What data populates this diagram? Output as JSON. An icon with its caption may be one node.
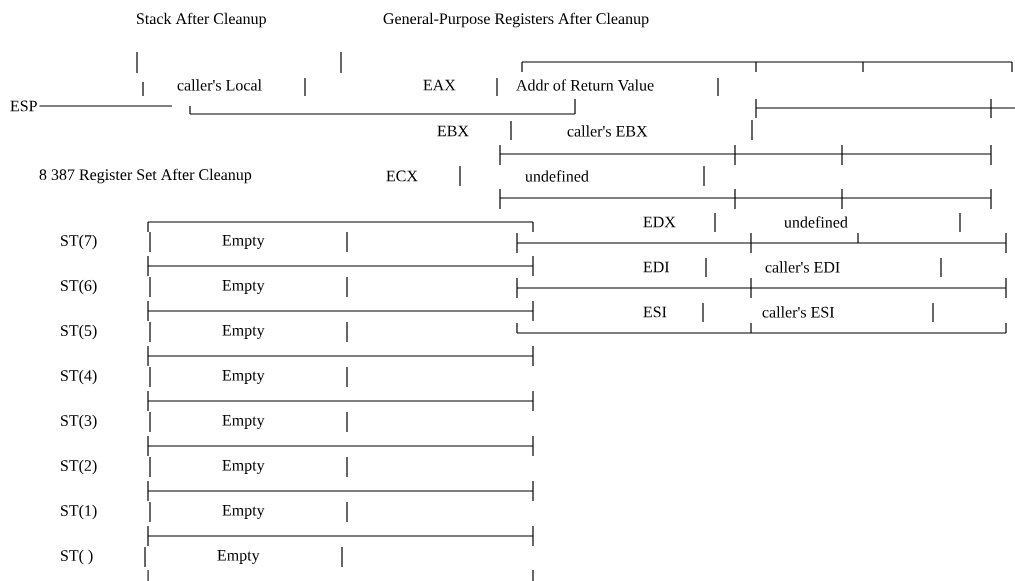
{
  "diagram": {
    "nodes": [
      {
        "text": [
          "ESP"
        ]
      },
      {
        "text": [
          "caller's Local"
        ]
      }
    ],
    "edges": [
      {
        "from": 0,
        "to": 1,
        "arrow": "none"
      }
    ],
    "labels": [
      "Stack After Cleanup",
      "General-Purpose Registers After Cleanup",
      "EAX",
      "Addr of Return Value",
      "EBX",
      "caller's EBX",
      "8 387 Register Set After Cleanup",
      "ECX",
      "undefined",
      "EDX",
      "undefined",
      "ST(7)",
      "Empty",
      "EDI",
      "caller's EDI",
      "ST(6)",
      "Empty",
      "ESI",
      "caller's ESI",
      "ST(5)",
      "Empty",
      "ST(4)",
      "Empty",
      "ST(3)",
      "Empty",
      "ST(2)",
      "Empty",
      "ST(1)",
      "Empty",
      "ST( )",
      "Empty"
    ]
  }
}
